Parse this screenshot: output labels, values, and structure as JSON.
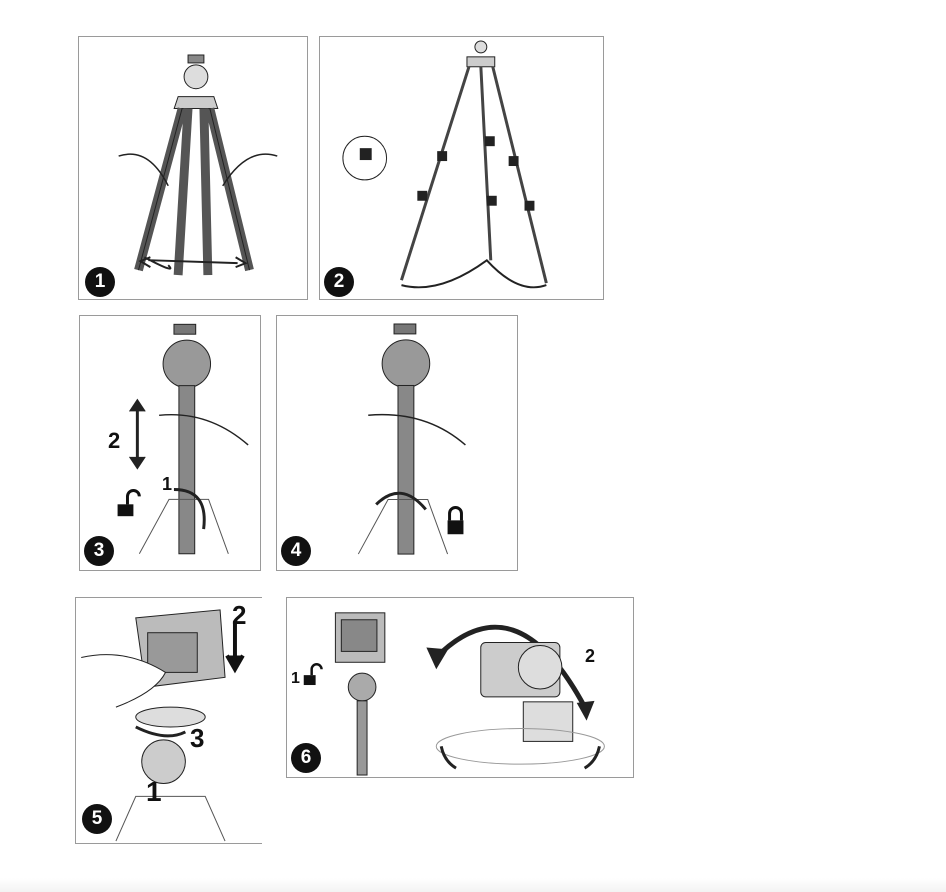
{
  "steps": [
    {
      "number": "1"
    },
    {
      "number": "2"
    },
    {
      "number": "3",
      "sub_labels": [
        "2",
        "1"
      ],
      "icon": "unlock-icon"
    },
    {
      "number": "4",
      "icon": "lock-icon"
    },
    {
      "number": "5",
      "sub_labels": [
        "2",
        "3",
        "1"
      ]
    },
    {
      "number": "6",
      "sub_labels": [
        "1",
        "2"
      ],
      "icon": "unlock-icon"
    }
  ]
}
